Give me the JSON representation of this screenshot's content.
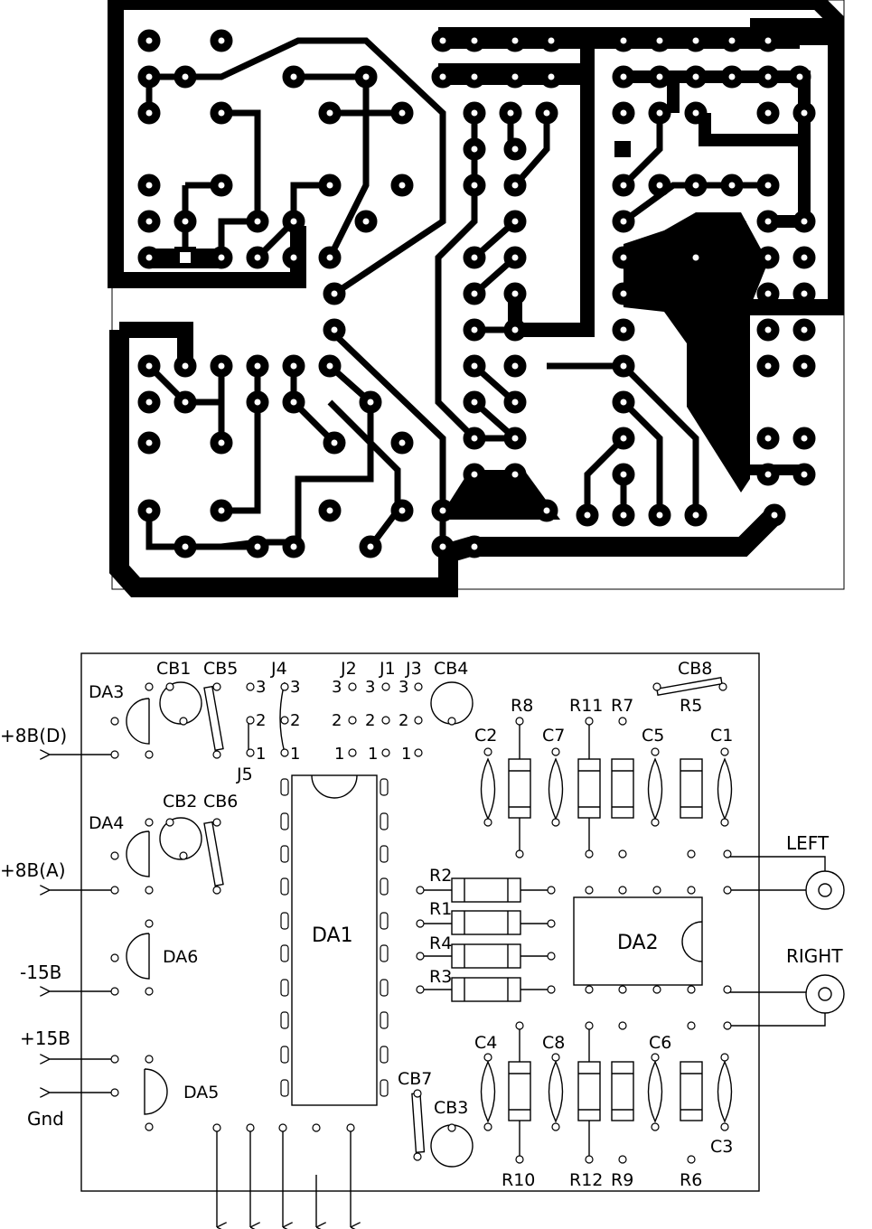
{
  "components": {
    "da3": "DA3",
    "cb1": "CB1",
    "cb5": "CB5",
    "j4": "J4",
    "j2": "J2",
    "j1": "J1",
    "j3": "J3",
    "cb4": "CB4",
    "cb8": "CB8",
    "r5": "R5",
    "r8": "R8",
    "r11": "R11",
    "r7": "R7",
    "c2": "C2",
    "c7": "C7",
    "c5": "C5",
    "c1": "C1",
    "j5": "J5",
    "da4": "DA4",
    "cb2": "CB2",
    "cb6": "CB6",
    "da1": "DA1",
    "da2": "DA2",
    "da6": "DA6",
    "da5": "DA5",
    "r2": "R2",
    "r1": "R1",
    "r4": "R4",
    "r3": "R3",
    "cb7": "CB7",
    "cb3": "CB3",
    "c4": "C4",
    "c8": "C8",
    "c6": "C6",
    "c3": "C3",
    "r10": "R10",
    "r12": "R12",
    "r9": "R9",
    "r6": "R6"
  },
  "pins": {
    "p1": "1",
    "p2": "2",
    "p3": "3"
  },
  "connectors": {
    "p8bd": "+8B(D)",
    "p8ba": "+8B(A)",
    "m15b": "-15B",
    "p15b": "+15B",
    "gnd": "Gnd",
    "left": "LEFT",
    "right": "RIGHT"
  }
}
